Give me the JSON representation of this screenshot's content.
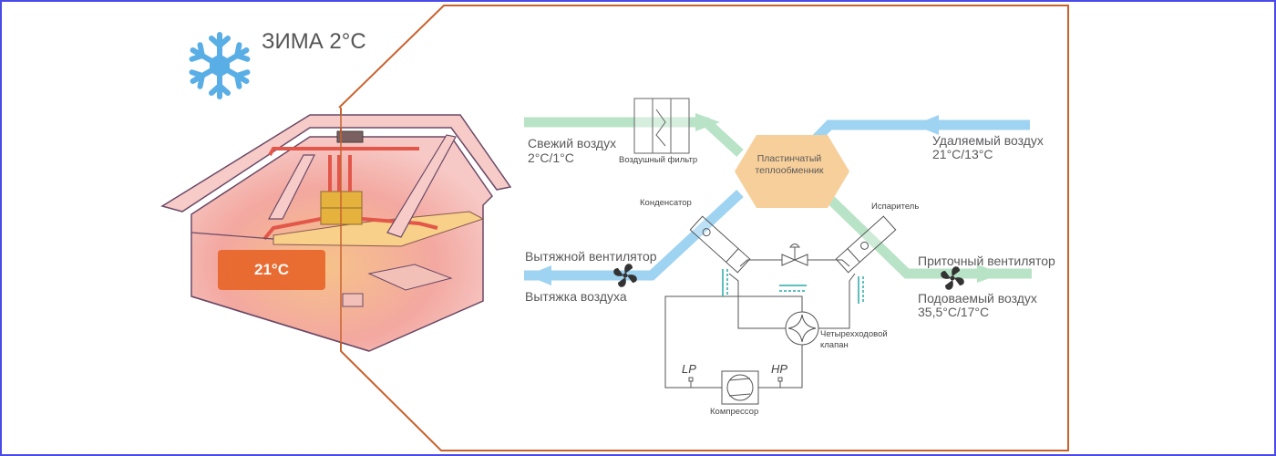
{
  "season": {
    "icon": "snowflake-icon",
    "label": "ЗИМА 2°C"
  },
  "house": {
    "indoor_temperature": "21°C"
  },
  "diagram": {
    "fresh_air": {
      "label": "Свежий воздух",
      "temperature": "2°C/1°C"
    },
    "air_filter": "Воздушный фильтр",
    "heat_exchanger": {
      "line1": "Пластинчатый",
      "line2": "теплообменник"
    },
    "exhaust_air_in": {
      "label": "Удаляемый воздух",
      "temperature": "21°C/13°C"
    },
    "condenser": "Конденсатор",
    "evaporator": "Испаритель",
    "exhaust_fan": "Вытяжной вентилятор",
    "exhaust_out": "Вытяжка воздуха",
    "supply_fan": "Приточный вентилятор",
    "supply_air": {
      "label": "Подоваемый воздух",
      "temperature": "35,5°C/17°C"
    },
    "four_way_valve": {
      "line1": "Четырехходовой",
      "line2": "клапан"
    },
    "low_pressure": "LP",
    "high_pressure": "HP",
    "compressor": "Компрессор"
  },
  "colors": {
    "fresh_air": "#b9e3c6",
    "exhaust_air": "#9fd3f2",
    "heat_exchanger": "#f7cf9a",
    "callout_border": "#c8622e",
    "frame": "#4a4ae6",
    "snowflake": "#5aaee6",
    "badge": "#e8662a"
  }
}
